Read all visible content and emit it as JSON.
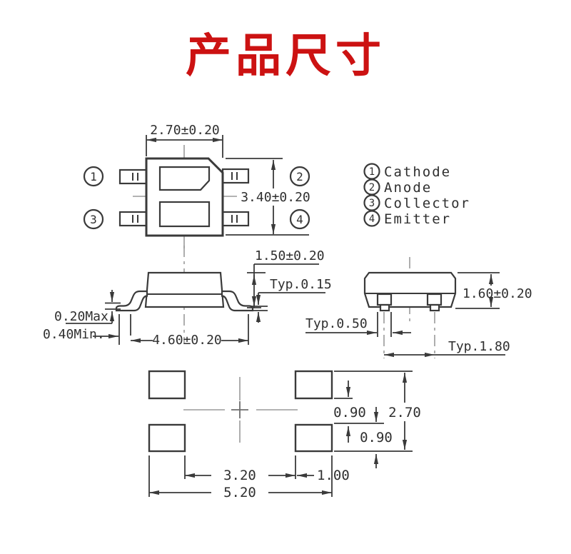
{
  "title": "产品尺寸",
  "colors": {
    "title_red": "#cc1212",
    "line_dark": "#3a3a3a",
    "centerline_gray": "#9a9a9a"
  },
  "top_view": {
    "dim_width": "2.70±0.20",
    "dim_height": "3.40±0.20",
    "pins": [
      "1",
      "2",
      "3",
      "4"
    ]
  },
  "legend": {
    "items": [
      {
        "num": "1",
        "label": "Cathode"
      },
      {
        "num": "2",
        "label": "Anode"
      },
      {
        "num": "3",
        "label": "Collector"
      },
      {
        "num": "4",
        "label": "Emitter"
      }
    ]
  },
  "front_view": {
    "dim_height": "1.50±0.20",
    "dim_lead_thickness": "Typ.0.15",
    "dim_standoff": "0.20Max.",
    "dim_foot_length": "0.40Min.",
    "dim_lead_span": "4.60±0.20"
  },
  "end_view": {
    "dim_height": "1.60±0.20",
    "dim_lead_width": "Typ.0.50",
    "dim_lead_pitch": "Typ.1.80"
  },
  "land_pattern": {
    "dim_pad_height_top": "0.90",
    "dim_overall_height": "2.70",
    "dim_pad_height_bottom": "0.90",
    "dim_pad_gap_x": "3.20",
    "dim_pad_width": "1.00",
    "dim_overall_width": "5.20"
  }
}
